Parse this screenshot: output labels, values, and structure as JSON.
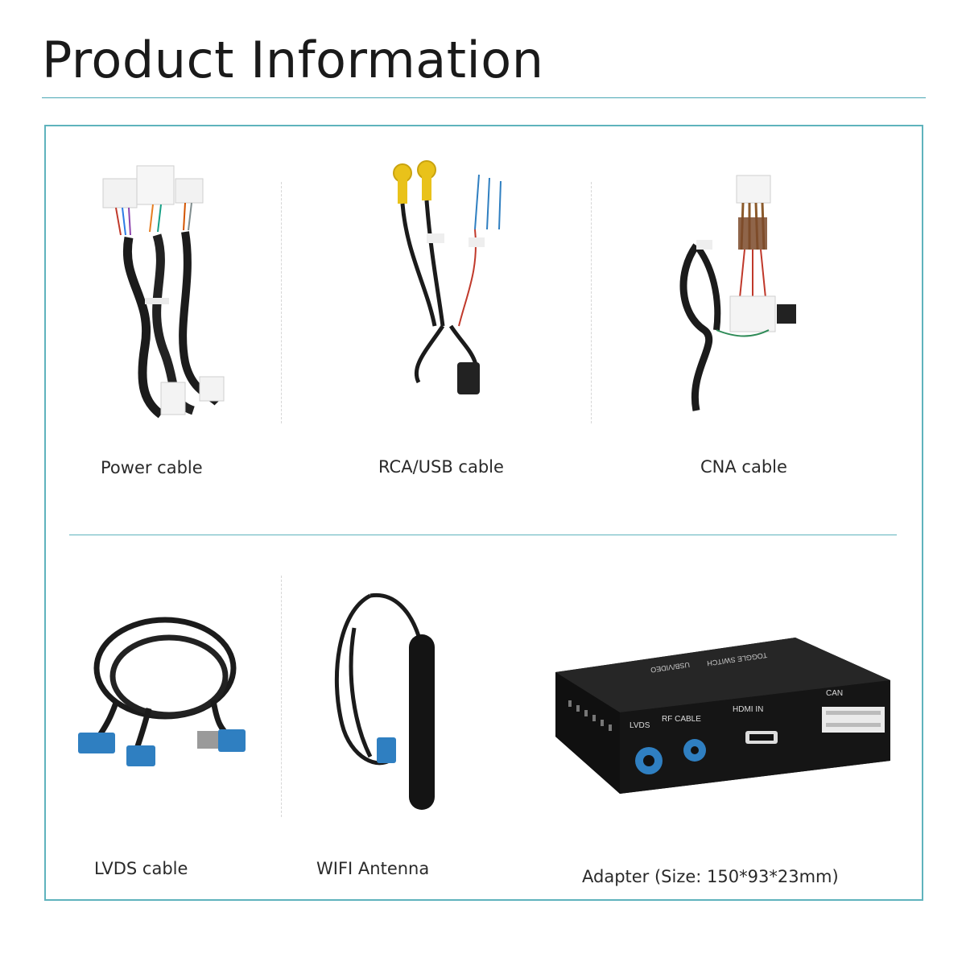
{
  "page": {
    "title": "Product Information"
  },
  "products": [
    {
      "name": "Power cable"
    },
    {
      "name": "RCA/USB cable"
    },
    {
      "name": "CNA cable"
    },
    {
      "name": "LVDS cable"
    },
    {
      "name": "WIFI Antenna"
    },
    {
      "name": "Adapter (Size: 150*93*23mm)"
    }
  ],
  "adapter_labels": {
    "lvds": "LVDS",
    "rf_cable": "RF CABLE",
    "hdmi_in": "HDMI IN",
    "can": "CAN",
    "toggle_switch": "TOGGLE SWITCH",
    "usb_video": "USB/VIDEO"
  },
  "colors": {
    "accent": "#5fb3bd",
    "cable": "#1b1b1b",
    "connector_blue": "#2f7fc1",
    "rca_yellow": "#e9c21a",
    "adapter_body": "#151515"
  }
}
